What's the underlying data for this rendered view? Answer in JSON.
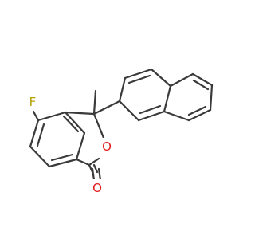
{
  "molecule": {
    "atoms": {
      "fluorine": {
        "symbol": "F",
        "color": "#b3a000"
      },
      "ring_oxygen": {
        "symbol": "O",
        "color": "#e41a1c"
      },
      "carbonyl_oxygen": {
        "symbol": "O",
        "color": "#e41a1c"
      },
      "methyl": {
        "symbol": "methyl",
        "color": "#3a3a3a"
      }
    },
    "bond_color": "#3a3a3a"
  }
}
